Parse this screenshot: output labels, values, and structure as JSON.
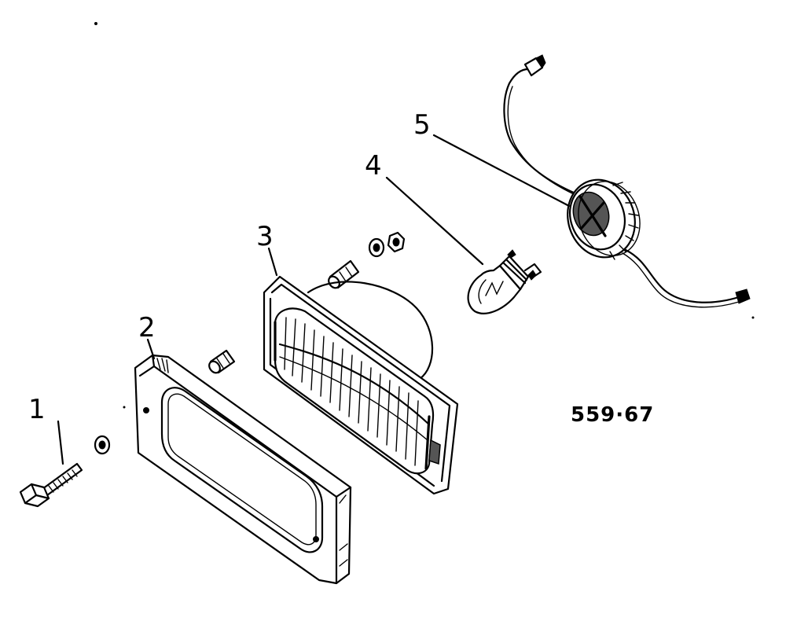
{
  "diagram": {
    "reference": "559·67",
    "parts": [
      {
        "number": "1"
      },
      {
        "number": "2"
      },
      {
        "number": "3"
      },
      {
        "number": "4"
      },
      {
        "number": "5"
      }
    ]
  }
}
